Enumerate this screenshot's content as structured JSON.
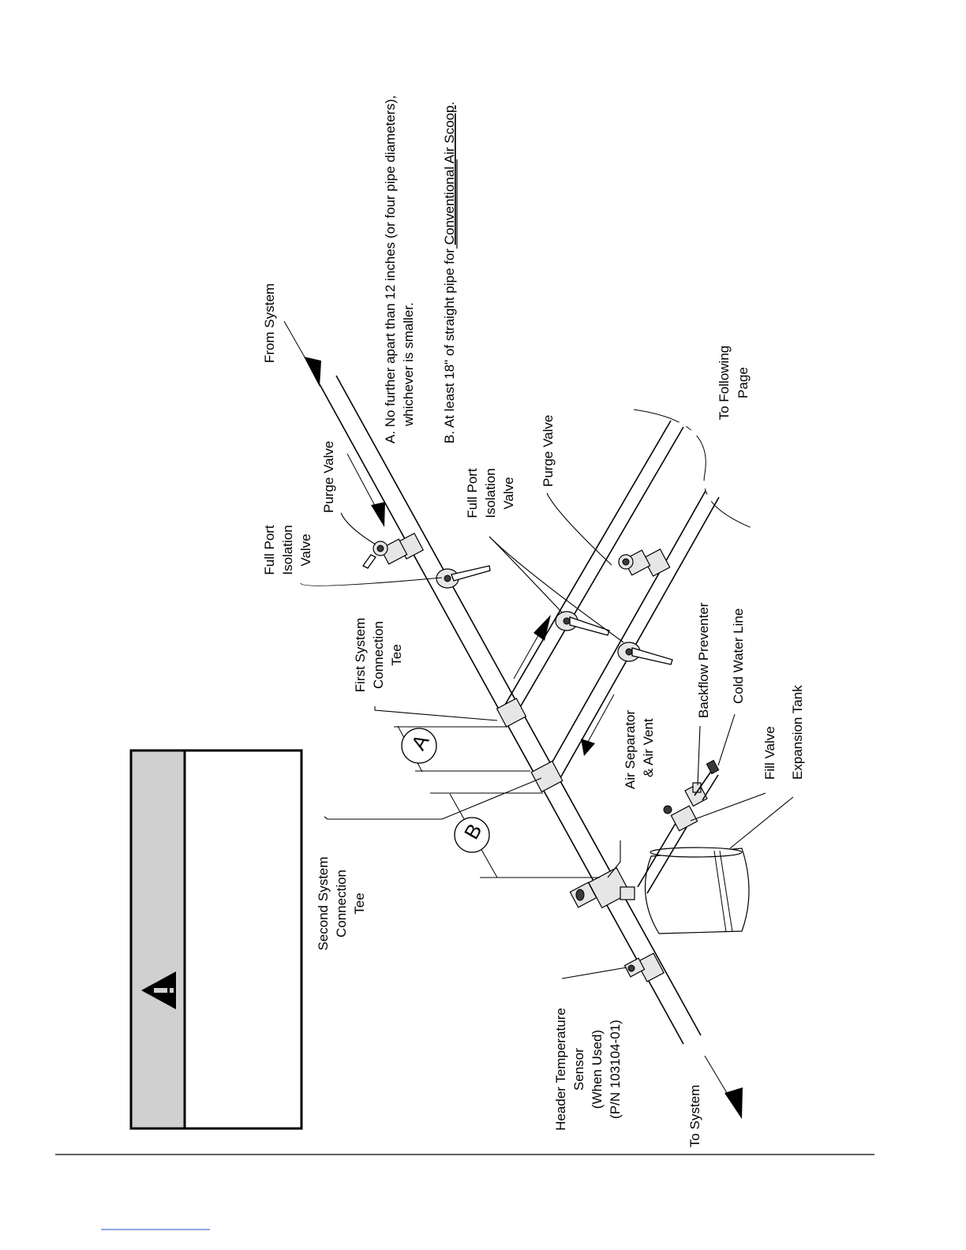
{
  "labels": {
    "from_system": "From System",
    "to_system": "To System",
    "to_following_page": [
      "To Following",
      "Page"
    ],
    "full_port_isolation_valve_upper": [
      "Full Port",
      "Isolation",
      "Valve"
    ],
    "full_port_isolation_valve_right": [
      "Full Port",
      "Isolation",
      "Valve"
    ],
    "purge_valve_upper": "Purge Valve",
    "purge_valve_right": "Purge Valve",
    "first_system_connection_tee": [
      "First System",
      "Connection",
      "Tee"
    ],
    "second_system_connection_tee": [
      "Second System",
      "Connection",
      "Tee"
    ],
    "air_separator": [
      "Air Separator",
      "& Air Vent"
    ],
    "backflow_preventer": "Backflow Preventer",
    "cold_water_line": "Cold Water Line",
    "fill_valve": "Fill Valve",
    "expansion_tank": "Expansion Tank",
    "header_temperature_sensor": [
      "Header Temperature",
      "Sensor",
      "(When Used)",
      "(P/N 103104-01)"
    ]
  },
  "notes": {
    "a_line1": "A. No further apart than 12 inches (or four pipe diameters),",
    "a_line2": "whichever is smaller.",
    "b_prefix": "B. At least 18\" of straight pipe for ",
    "b_link": "Conventional Air Scoop",
    "b_suffix": "."
  },
  "dimension_markers": {
    "a": "A",
    "b": "B"
  },
  "warning_box": {
    "icon": "warning-triangle-icon",
    "text": "",
    "header_color": "#d0d0d0"
  }
}
